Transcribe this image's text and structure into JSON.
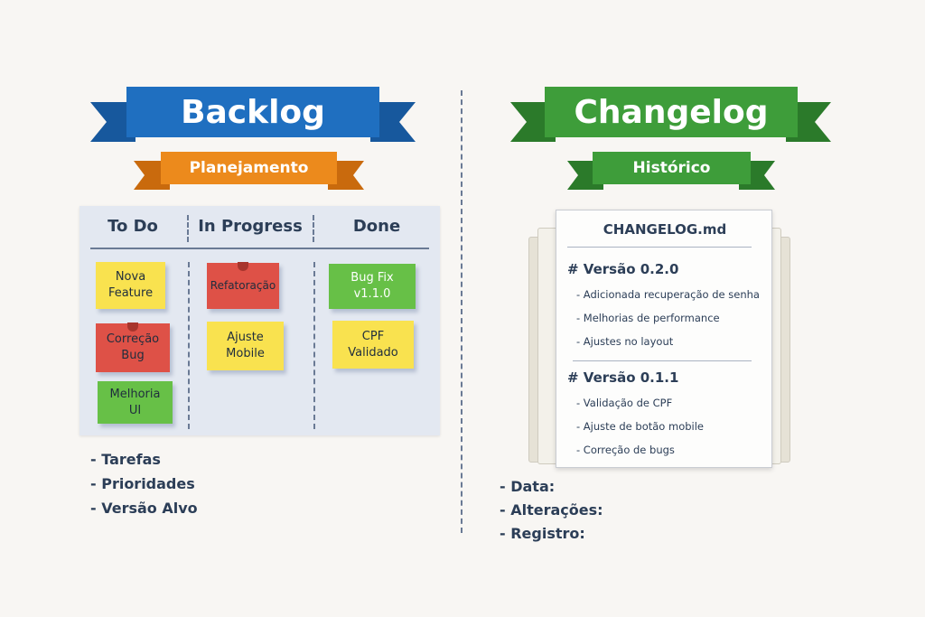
{
  "left": {
    "title": "Backlog",
    "subtitle": "Planejamento",
    "board": {
      "columns": [
        "To Do",
        "In Progress",
        "Done"
      ],
      "notes": {
        "todo": [
          "Nova\nFeature",
          "Correção\nBug",
          "Melhoria\nUI"
        ],
        "in_progress": [
          "Refatoração",
          "Ajuste\nMobile"
        ],
        "done": [
          "Bug Fix\nv1.1.0",
          "CPF\nValidado"
        ]
      }
    },
    "bullets": [
      "- Tarefas",
      "- Prioridades",
      "- Versão Alvo"
    ]
  },
  "right": {
    "title": "Changelog",
    "subtitle": "Histórico",
    "doc": {
      "filename": "CHANGELOG.md",
      "versions": [
        {
          "heading": "# Versão 0.2.0",
          "items": [
            "- Adicionada recuperação de senha",
            "- Melhorias de performance",
            "- Ajustes no layout"
          ]
        },
        {
          "heading": "# Versão 0.1.1",
          "items": [
            "- Validação de CPF",
            "- Ajuste de botão mobile",
            "- Correção de bugs"
          ]
        }
      ]
    },
    "bullets": [
      "- Data:",
      "- Alterações:",
      "- Registro:"
    ]
  },
  "colors": {
    "blue": "#1f6fc0",
    "orange": "#ec8a1c",
    "green": "#3e9d3a"
  }
}
